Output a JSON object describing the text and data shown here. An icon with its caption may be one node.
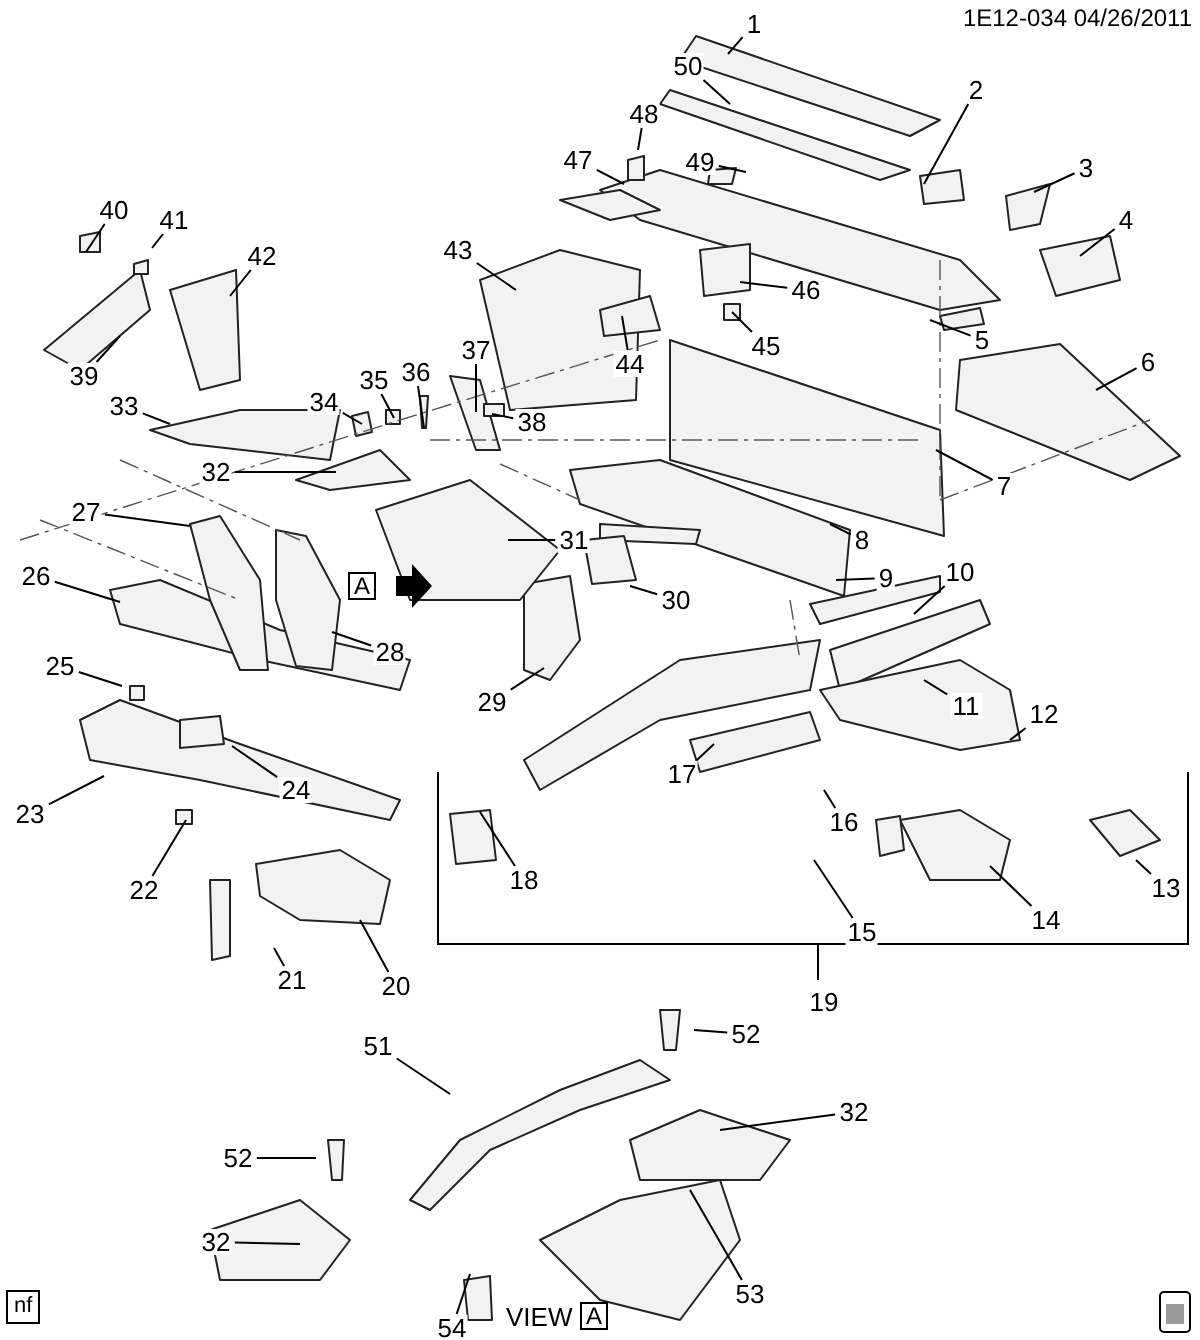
{
  "diagram": {
    "nodes": [
      {
        "text": [
          "1"
        ]
      },
      {
        "text": [
          "2"
        ]
      },
      {
        "text": [
          "3"
        ]
      },
      {
        "text": [
          "4"
        ]
      },
      {
        "text": [
          "5"
        ]
      },
      {
        "text": [
          "6"
        ]
      },
      {
        "text": [
          "7"
        ]
      },
      {
        "text": [
          "8"
        ]
      },
      {
        "text": [
          "9"
        ]
      },
      {
        "text": [
          "10"
        ]
      },
      {
        "text": [
          "11"
        ]
      },
      {
        "text": [
          "12"
        ]
      },
      {
        "text": [
          "13"
        ]
      },
      {
        "text": [
          "14"
        ]
      },
      {
        "text": [
          "15"
        ]
      },
      {
        "text": [
          "16"
        ]
      },
      {
        "text": [
          "17"
        ]
      },
      {
        "text": [
          "18"
        ]
      },
      {
        "text": [
          "19"
        ]
      },
      {
        "text": [
          "20"
        ]
      },
      {
        "text": [
          "21"
        ]
      },
      {
        "text": [
          "22"
        ]
      },
      {
        "text": [
          "23"
        ]
      },
      {
        "text": [
          "24"
        ]
      },
      {
        "text": [
          "25"
        ]
      },
      {
        "text": [
          "26"
        ]
      },
      {
        "text": [
          "27"
        ]
      },
      {
        "text": [
          "28"
        ]
      },
      {
        "text": [
          "29"
        ]
      },
      {
        "text": [
          "30"
        ]
      },
      {
        "text": [
          "31"
        ]
      },
      {
        "text": [
          "32"
        ]
      },
      {
        "text": [
          "33"
        ]
      },
      {
        "text": [
          "34"
        ]
      },
      {
        "text": [
          "35"
        ]
      },
      {
        "text": [
          "36"
        ]
      },
      {
        "text": [
          "37"
        ]
      },
      {
        "text": [
          "38"
        ]
      },
      {
        "text": [
          "39"
        ]
      },
      {
        "text": [
          "40"
        ]
      },
      {
        "text": [
          "41"
        ]
      },
      {
        "text": [
          "42"
        ]
      },
      {
        "text": [
          "43"
        ]
      },
      {
        "text": [
          "44"
        ]
      },
      {
        "text": [
          "45"
        ]
      },
      {
        "text": [
          "46"
        ]
      },
      {
        "text": [
          "47"
        ]
      },
      {
        "text": [
          "48"
        ]
      },
      {
        "text": [
          "49"
        ]
      },
      {
        "text": [
          "50"
        ]
      },
      {
        "text": [
          "51"
        ]
      },
      {
        "text": [
          "52"
        ]
      },
      {
        "text": [
          "32"
        ]
      },
      {
        "text": [
          "52"
        ]
      },
      {
        "text": [
          "53"
        ]
      },
      {
        "text": [
          "32"
        ]
      },
      {
        "text": [
          "54"
        ]
      }
    ],
    "edges": [
      {
        "from": 0,
        "to": null,
        "arrow": "none"
      },
      {
        "from": 1,
        "to": null,
        "arrow": "none"
      },
      {
        "from": 2,
        "to": null,
        "arrow": "none"
      },
      {
        "from": 3,
        "to": null,
        "arrow": "none"
      },
      {
        "from": 4,
        "to": null,
        "arrow": "none"
      },
      {
        "from": 5,
        "to": null,
        "arrow": "none"
      },
      {
        "from": 6,
        "to": null,
        "arrow": "none"
      },
      {
        "from": 7,
        "to": null,
        "arrow": "none"
      },
      {
        "from": 8,
        "to": null,
        "arrow": "none"
      },
      {
        "from": 9,
        "to": null,
        "arrow": "none"
      },
      {
        "from": 10,
        "to": null,
        "arrow": "none"
      },
      {
        "from": 11,
        "to": null,
        "arrow": "none"
      },
      {
        "from": 12,
        "to": null,
        "arrow": "none"
      },
      {
        "from": 13,
        "to": null,
        "arrow": "none"
      },
      {
        "from": 14,
        "to": null,
        "arrow": "none"
      },
      {
        "from": 15,
        "to": null,
        "arrow": "none"
      },
      {
        "from": 16,
        "to": null,
        "arrow": "none"
      },
      {
        "from": 17,
        "to": null,
        "arrow": "none"
      },
      {
        "from": 19,
        "to": null,
        "arrow": "none"
      },
      {
        "from": 20,
        "to": null,
        "arrow": "none"
      },
      {
        "from": 21,
        "to": null,
        "arrow": "none"
      },
      {
        "from": 22,
        "to": null,
        "arrow": "none"
      },
      {
        "from": 23,
        "to": null,
        "arrow": "none"
      },
      {
        "from": 24,
        "to": null,
        "arrow": "none"
      },
      {
        "from": 25,
        "to": null,
        "arrow": "none"
      },
      {
        "from": 26,
        "to": null,
        "arrow": "none"
      },
      {
        "from": 27,
        "to": null,
        "arrow": "none"
      },
      {
        "from": 28,
        "to": null,
        "arrow": "none"
      },
      {
        "from": 29,
        "to": null,
        "arrow": "none"
      },
      {
        "from": 30,
        "to": null,
        "arrow": "none"
      },
      {
        "from": 31,
        "to": null,
        "arrow": "none"
      },
      {
        "from": 32,
        "to": null,
        "arrow": "none"
      },
      {
        "from": 33,
        "to": null,
        "arrow": "none"
      },
      {
        "from": 34,
        "to": null,
        "arrow": "none"
      },
      {
        "from": 35,
        "to": null,
        "arrow": "none"
      },
      {
        "from": 36,
        "to": null,
        "arrow": "none"
      },
      {
        "from": 37,
        "to": null,
        "arrow": "none"
      },
      {
        "from": 38,
        "to": null,
        "arrow": "none"
      },
      {
        "from": 39,
        "to": null,
        "arrow": "none"
      },
      {
        "from": 40,
        "to": null,
        "arrow": "none"
      },
      {
        "from": 41,
        "to": null,
        "arrow": "none"
      },
      {
        "from": 42,
        "to": null,
        "arrow": "none"
      },
      {
        "from": 43,
        "to": null,
        "arrow": "none"
      },
      {
        "from": 44,
        "to": null,
        "arrow": "none"
      },
      {
        "from": 45,
        "to": null,
        "arrow": "none"
      },
      {
        "from": 46,
        "to": null,
        "arrow": "none"
      },
      {
        "from": 47,
        "to": null,
        "arrow": "none"
      },
      {
        "from": 48,
        "to": null,
        "arrow": "none"
      },
      {
        "from": 49,
        "to": null,
        "arrow": "none"
      },
      {
        "from": 50,
        "to": null,
        "arrow": "none"
      },
      {
        "from": 51,
        "to": null,
        "arrow": "none"
      },
      {
        "from": 52,
        "to": null,
        "arrow": "none"
      },
      {
        "from": 53,
        "to": null,
        "arrow": "none"
      },
      {
        "from": 54,
        "to": null,
        "arrow": "none"
      },
      {
        "from": 55,
        "to": null,
        "arrow": "none"
      },
      {
        "from": 56,
        "to": null,
        "arrow": "none"
      }
    ],
    "labels": [
      "1E12-034 04/26/2011",
      "A",
      "VIEW",
      "A",
      "nf"
    ]
  }
}
